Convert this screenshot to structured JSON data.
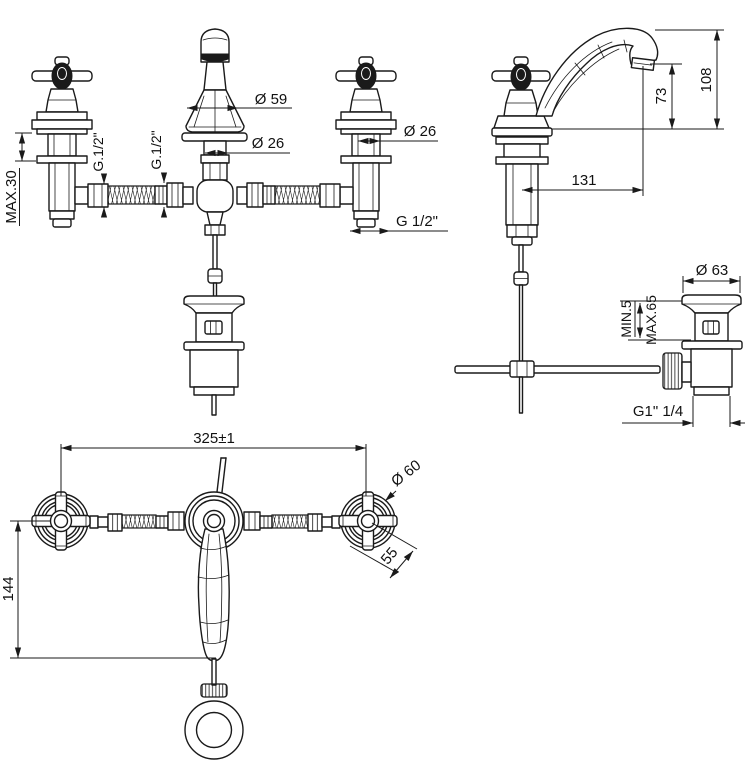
{
  "drawing": {
    "colors": {
      "line": "#1a1a1a",
      "background": "#ffffff",
      "text": "#111111"
    },
    "views": {
      "front": {
        "labels": {
          "max_deck_thickness": "MAX.30",
          "hose_thread_left": "G.1/2\"",
          "hose_thread_right": "G.1/2\"",
          "spout_base_diameter": "Ø 59",
          "spout_column_diameter": "Ø 26",
          "valve_diameter": "Ø 26",
          "valve_thread": "G 1/2\""
        }
      },
      "side": {
        "labels": {
          "spout_outlet_height": "73",
          "total_height": "108",
          "spout_reach": "131"
        }
      },
      "waste": {
        "labels": {
          "flange_diameter": "Ø 63",
          "deck_min": "MIN.5",
          "deck_max": "MAX.65",
          "waste_thread": "G1\" 1/4"
        }
      },
      "plan": {
        "labels": {
          "centre_distance": "325±1",
          "handle_diameter": "Ø 60",
          "handle_depth": "55",
          "lever_reach": "144"
        }
      }
    }
  }
}
